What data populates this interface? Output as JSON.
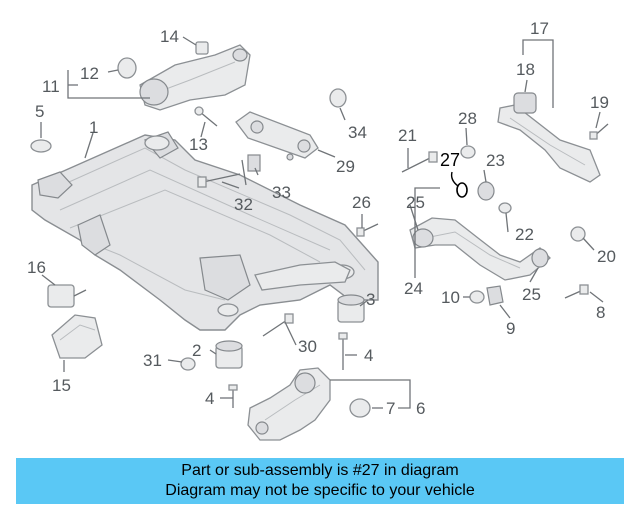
{
  "labels": {
    "n1": "1",
    "n2": "2",
    "n3": "3",
    "n4a": "4",
    "n4b": "4",
    "n5": "5",
    "n6": "6",
    "n7": "7",
    "n8": "8",
    "n9": "9",
    "n10": "10",
    "n11": "11",
    "n12": "12",
    "n13": "13",
    "n14": "14",
    "n15": "15",
    "n16": "16",
    "n17": "17",
    "n18": "18",
    "n19": "19",
    "n20": "20",
    "n21": "21",
    "n22": "22",
    "n23": "23",
    "n24": "24",
    "n25a": "25",
    "n25b": "25",
    "n26": "26",
    "n27": "27",
    "n28": "28",
    "n29": "29",
    "n30": "30",
    "n31": "31",
    "n32": "32",
    "n33": "33",
    "n34": "34"
  },
  "highlighted_part": "27",
  "banner": {
    "line1": "Part or sub-assembly is #27 in diagram",
    "line2": "Diagram may not be specific to your vehicle",
    "background_color": "#5ac8f5"
  }
}
